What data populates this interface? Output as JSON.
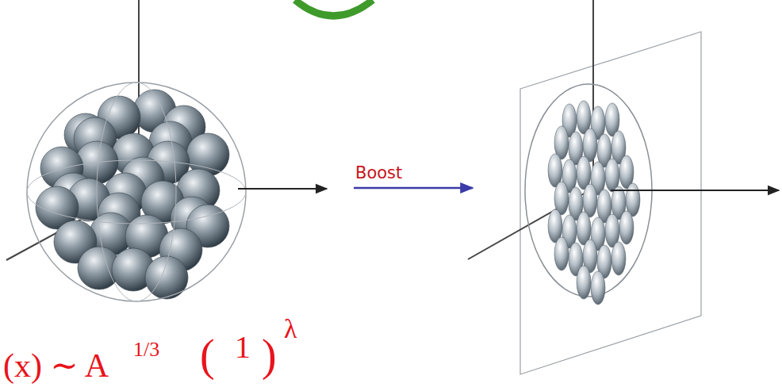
{
  "diagram": {
    "labels": [
      "Boost",
      "(x) ∼ A",
      "1/3",
      "(",
      "1",
      ")",
      "λ"
    ]
  }
}
